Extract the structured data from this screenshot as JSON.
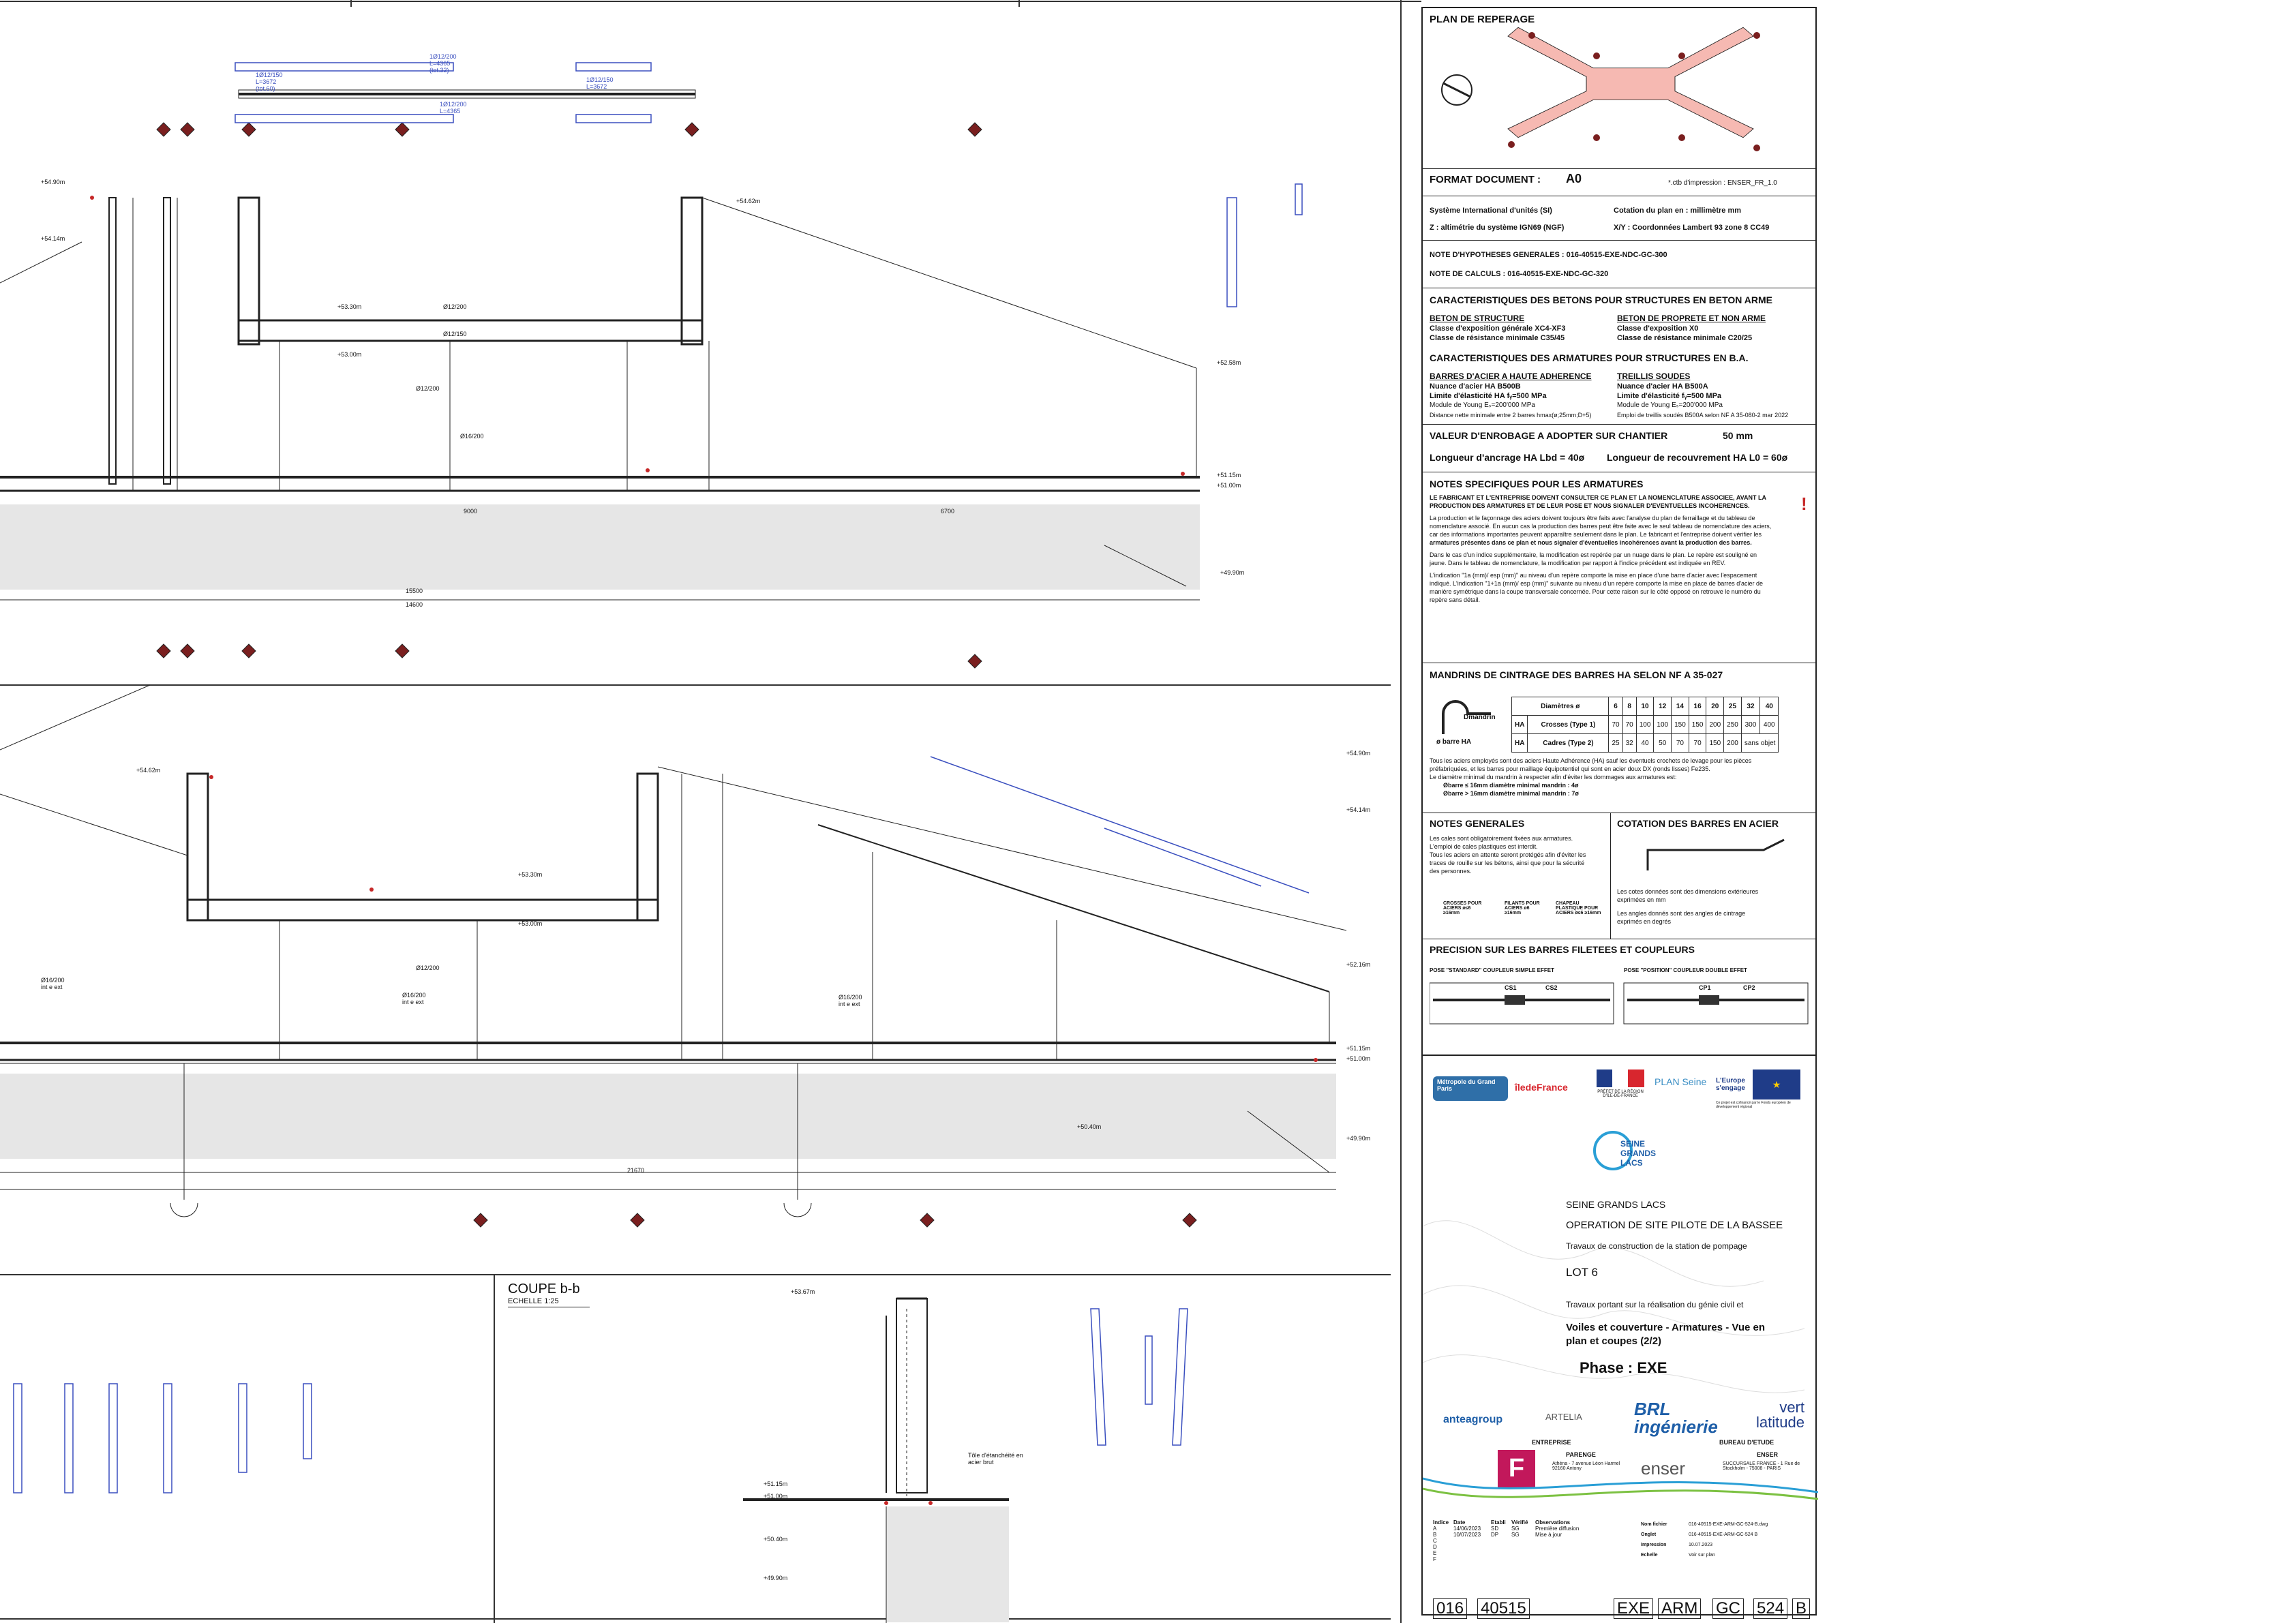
{
  "section_title": {
    "title": "COUPE b-b",
    "scale": "ECHELLE 1:25"
  },
  "panel": {
    "plan_de_reperage": "PLAN DE REPERAGE",
    "format_label": "FORMAT DOCUMENT :",
    "format_value": "A0",
    "ctb": "*.ctb d'impression : ENSER_FR_1.0",
    "si": "Système International d'unités (SI)",
    "cotation": "Cotation du plan en : millimètre mm",
    "altimetrie": "Z : altimétrie du système IGN69 (NGF)",
    "coords": "X/Y : Coordonnées Lambert 93 zone 8 CC49",
    "note_hyp": "NOTE D'HYPOTHESES GENERALES : 016-40515-EXE-NDC-GC-300",
    "note_calc": "NOTE DE CALCULS : 016-40515-EXE-NDC-GC-320",
    "carac_beton": "CARACTERISTIQUES DES BETONS POUR STRUCTURES EN BETON ARME",
    "beton_structure": "BETON DE STRUCTURE",
    "beton_structure_l1": "Classe d'exposition générale   XC4-XF3",
    "beton_structure_l2": "Classe de résistance minimale  C35/45",
    "beton_proprete": "BETON DE PROPRETE ET NON ARME",
    "beton_proprete_l1": "Classe d'exposition            X0",
    "beton_proprete_l2": "Classe de résistance minimale  C20/25",
    "carac_armatures": "CARACTERISTIQUES DES ARMATURES POUR STRUCTURES EN B.A.",
    "barres_ha": "BARRES D'ACIER A HAUTE ADHERENCE",
    "barres_ha_l1": "Nuance d'acier HA            B500B",
    "barres_ha_l2": "Limite d'élasticité HA       fᵧ=500 MPa",
    "barres_ha_l3": "Module de Young              Eₛ=200'000 MPa",
    "barres_ha_l4": "Distance nette minimale entre 2 barres  hmax(ø;25mm;D+5)",
    "treillis": "TREILLIS SOUDES",
    "treillis_l1": "Nuance d'acier HA            B500A",
    "treillis_l2": "Limite d'élasticité          fᵧ=500 MPa",
    "treillis_l3": "Module de Young              Eₛ=200'000 MPa",
    "treillis_l4": "Emploi de treillis soudés B500A selon  NF A 35-080-2 mar 2022",
    "enrobage_label": "VALEUR D'ENROBAGE A ADOPTER SUR CHANTIER",
    "enrobage_value": "50 mm",
    "ancrage": "Longueur d'ancrage HA   Lbd = 40ø",
    "recouvrement": "Longueur de recouvrement  HA L0 = 60ø",
    "notes_spec": "NOTES SPECIFIQUES POUR LES ARMATURES",
    "notes_spec_l1": "LE FABRICANT ET L'ENTREPRISE DOIVENT CONSULTER CE PLAN ET LA NOMENCLATURE ASSOCIEE, AVANT LA",
    "notes_spec_l2": "PRODUCTION DES ARMATURES ET DE LEUR POSE ET NOUS SIGNALER D'EVENTUELLES INCOHERENCES.",
    "notes_spec_l3": "La production et le façonnage des aciers doivent toujours être faits avec l'analyse du plan de ferraillage et du tableau de",
    "notes_spec_l4": "nomenclature associé. En aucun cas la production des barres peut être faite avec le seul tableau de nomenclature des aciers,",
    "notes_spec_l5": "car des informations importantes peuvent apparaître seulement dans le plan. Le fabricant et l'entreprise doivent vérifier les",
    "notes_spec_l6": "armatures présentes dans ce plan et nous signaler d'éventuelles incohérences avant la production des barres.",
    "notes_spec_l7": "Dans le cas d'un indice supplémentaire, la modification est repérée par un nuage dans le plan. Le repère est souligné en",
    "notes_spec_l8": "jaune. Dans le tableau de nomenclature, la modification par rapport à l'indice précédent est indiquée en REV.",
    "notes_spec_l9": "L'indication \"1a (mm)/ esp (mm)\" au niveau d'un repère comporte la mise en place d'une barre d'acier avec l'espacement",
    "notes_spec_l10": "indiqué. L'indication \"1+1a (mm)/ esp (mm)\" suivante au niveau d'un repère comporte la mise en place de barres d'acier de",
    "notes_spec_l11": "manière symétrique dans la coupe transversale concernée. Pour cette raison sur le côté opposé on retrouve le numéro du",
    "notes_spec_l12": "repère sans détail.",
    "mandrins": "MANDRINS DE CINTRAGE DES BARRES HA SELON NF A 35-027",
    "mandrins_d": "Dmandrin",
    "mandrins_phi": "ø barre HA",
    "mandrins_hdr": "Diamètres ø",
    "mandrins_diams": [
      "6",
      "8",
      "10",
      "12",
      "14",
      "16",
      "20",
      "25",
      "32",
      "40"
    ],
    "mandrins_r1": "Crosses (Type 1)",
    "mandrins_r1_vals": [
      "70",
      "70",
      "100",
      "100",
      "150",
      "150",
      "200",
      "250",
      "300",
      "400"
    ],
    "mandrins_r2": "Cadres (Type 2)",
    "mandrins_r2_vals": [
      "25",
      "32",
      "40",
      "50",
      "70",
      "70",
      "150",
      "200",
      "sans objet",
      ""
    ],
    "ha": "HA",
    "mandrins_n1": "Tous les aciers employés sont des aciers Haute Adhérence (HA) sauf les éventuels crochets de levage pour les pièces",
    "mandrins_n2": "préfabriquées, et les barres pour maillage équipotentiel qui sont en acier doux DX (ronds lisses) Fe235.",
    "mandrins_n3": "Le diamètre minimal du mandrin à respecter afin d'éviter les dommages aux armatures est:",
    "mandrins_n4": "Øbarre ≤ 16mm  diamètre minimal mandrin : 4ø",
    "mandrins_n5": "Øbarre > 16mm  diamètre minimal mandrin : 7ø",
    "notes_gen": "NOTES GENERALES",
    "notes_gen_l1": "Les cales sont obligatoirement fixées aux armatures.",
    "notes_gen_l2": "L'emploi de cales plastiques est interdit.",
    "notes_gen_l3": "Tous les aciers en attente seront protégés afin d'éviter les",
    "notes_gen_l4": "traces de rouille sur les bétons, ainsi que pour la sécurité",
    "notes_gen_l5": "des personnes.",
    "crosses": "CROSSES POUR ACIERS ø≤6 ≥16mm",
    "filants": "FILANTS POUR ACIERS ø6 ≥16mm",
    "chapeau": "CHAPEAU PLASTIQUE POUR ACIERS ø≤6 ≥16mm",
    "cotation_acier": "COTATION DES BARRES EN ACIER",
    "cotation_l1": "Les cotes données sont des dimensions extérieures",
    "cotation_l2": "exprimées en mm",
    "cotation_l3": "Les angles donnés sont des angles de cintrage",
    "cotation_l4": "exprimés en degrés",
    "precision": "PRECISION SUR LES BARRES FILETEES ET COUPLEURS",
    "pose_standard": "POSE \"STANDARD\" COUPLEUR SIMPLE EFFET",
    "pose_position": "POSE \"POSITION\" COUPLEUR DOUBLE EFFET",
    "cs1": "CS1",
    "cs2": "CS2",
    "cp1": "CP1",
    "cp2": "CP2"
  },
  "titleblock": {
    "logo_metropole": "Métropole du Grand Paris",
    "logo_idf": "îledeFrance",
    "prefet": "PRÉFET DE LA RÉGION D'ÎLE-DE-FRANCE",
    "plan_seine": "PLAN Seine",
    "europe": "L'Europe s'engage",
    "europe_sub": "Ce projet est cofinancé par le Fonds européen de développement régional",
    "sgl_logo": "SEINE GRANDS LACS",
    "client": "SEINE GRANDS LACS",
    "operation": "OPERATION DE SITE PILOTE DE LA BASSEE",
    "travaux": "Travaux de construction de la station de pompage",
    "lot": "LOT 6",
    "travaux2": "Travaux portant sur la réalisation du génie civil et",
    "objet1": "Voiles et couverture  - Armatures - Vue en",
    "objet2": "plan et coupes (2/2)",
    "phase": "Phase : EXE",
    "antea": "anteagroup",
    "artelia": "ARTELIA",
    "brl": "BRL ingénierie",
    "vert": "vert latitude",
    "entreprise": "ENTREPRISE",
    "bureau": "BUREAU D'ETUDE",
    "parenge": "PARENGE",
    "parenge_addr": "Athéna - 7 avenue Léon Harmel 92160 Antony",
    "enser_logo": "enser",
    "enser_name": "ENSER",
    "enser_addr": "SUCCURSALE FRANCE - 1 Rue de Stockholm - 75008 - PARIS",
    "rev_headers": [
      "Indice",
      "Date",
      "Etabli",
      "Vérifié",
      "Observations"
    ],
    "rev_rows": [
      [
        "A",
        "14/06/2023",
        "SD",
        "SG",
        "Première diffusion"
      ],
      [
        "B",
        "10/07/2023",
        "DP",
        "SG",
        "Mise à jour"
      ],
      [
        "C",
        "",
        "",
        "",
        ""
      ],
      [
        "D",
        "",
        "",
        "",
        ""
      ],
      [
        "E",
        "",
        "",
        "",
        ""
      ],
      [
        "F",
        "",
        "",
        "",
        ""
      ]
    ],
    "nom_fichier_label": "Nom fichier",
    "nom_fichier": "016-40515-EXE-ARM-GC-524-B.dwg",
    "onglet_label": "Onglet",
    "onglet": "016-40515-EXE-ARM-GC-524 B",
    "impression_label": "Impression",
    "impression": "10.07.2023",
    "echelle_label": "Echelle",
    "echelle": "Voir sur plan",
    "code": [
      "016",
      "40515",
      "EXE",
      "ARM",
      "GC",
      "524",
      "B"
    ]
  },
  "drawing": {
    "levels_top": [
      "+54.90m",
      "+54.62m",
      "+54.14m",
      "+53.30m",
      "+53.00m",
      "+52.58m",
      "+51.15m",
      "+51.00m",
      "+49.90m"
    ],
    "levels_mid": [
      "+54.90m",
      "+54.62m",
      "+54.14m",
      "+53.30m",
      "+53.00m",
      "+52.16m",
      "+51.15m",
      "+51.00m",
      "+50.40m",
      "+49.90m"
    ],
    "levels_bottom": [
      "+53.67m",
      "+51.15m",
      "+51.00m",
      "+50.40m",
      "+49.90m"
    ],
    "dims_top": [
      "15500",
      "14600",
      "9000",
      "6700"
    ],
    "dims_mid": [
      "21670"
    ],
    "rebar_top": [
      "Ø12/200",
      "Ø12/150",
      "Ø16/200",
      "Ø12/200"
    ],
    "rebar_mid": [
      "Ø16/200 int e ext",
      "Ø16/200 int e ext",
      "Ø16/200 int e ext",
      "Ø12/200"
    ],
    "etancheite": "Tôle d'étanchéité en acier brut",
    "bar_schedule": [
      "1Ø12/200 L=4365 (tot.32)",
      "1Ø12/150 L=3672 (tot.60)",
      "1Ø12/150 L=3672",
      "1Ø12/200 L=4365"
    ]
  }
}
